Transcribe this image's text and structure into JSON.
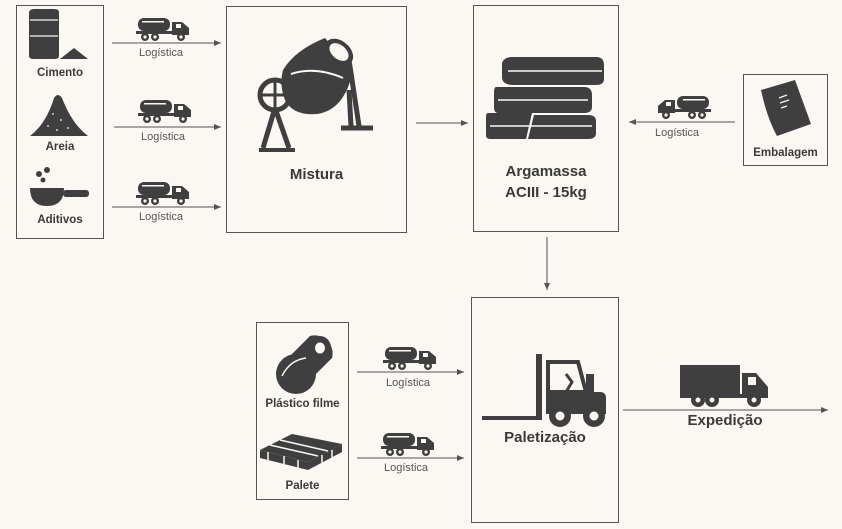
{
  "inputs": {
    "cimento": "Cimento",
    "areia": "Areia",
    "aditivos": "Aditivos"
  },
  "process": {
    "mistura": "Mistura",
    "product_line1": "Argamassa",
    "product_line2": "ACIII - 15kg",
    "embalagem": "Embalagem",
    "paletizacao": "Paletização",
    "expedicao": "Expedição"
  },
  "pallet_inputs": {
    "plastico": "Plástico filme",
    "palete": "Palete"
  },
  "logistics_label": "Logística",
  "colors": {
    "icon": "#3f3f3f",
    "background": "#fbf8f3",
    "border": "#555555"
  }
}
